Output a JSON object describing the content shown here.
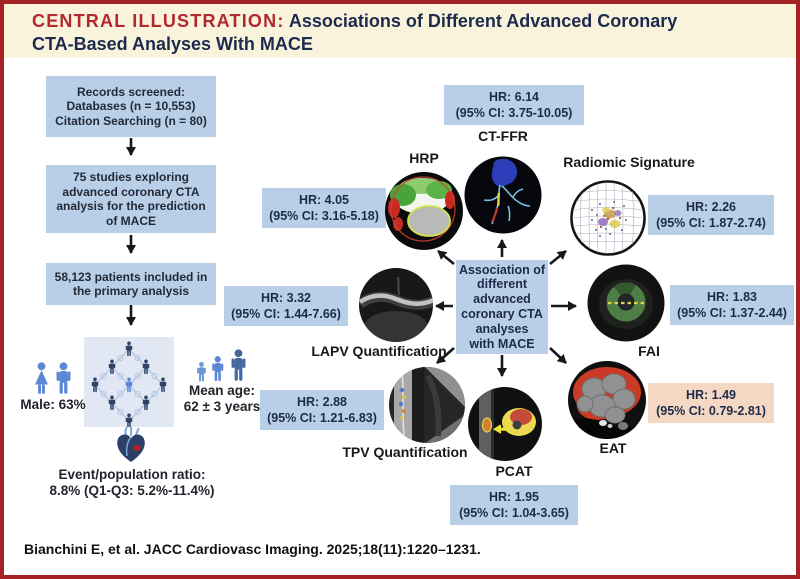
{
  "title": {
    "label": "CENTRAL ILLUSTRATION:",
    "line1": "Associations of Different Advanced Coronary",
    "line2": "CTA-Based Analyses With MACE"
  },
  "flowchart": {
    "box1": {
      "lines": [
        "Records screened:",
        "Databases (n = 10,553)",
        "Citation Searching (n = 80)"
      ]
    },
    "box2": {
      "lines": [
        "75 studies exploring",
        "advanced coronary CTA",
        "analysis for the prediction",
        "of MACE"
      ]
    },
    "box3": {
      "lines": [
        "58,123 patients included in",
        "the primary analysis"
      ]
    }
  },
  "demographics": {
    "male_label": "Male: 63%",
    "age_lines": [
      "Mean age:",
      "62 ± 3 years"
    ],
    "event_lines": [
      "Event/population ratio:",
      "8.8% (Q1-Q3: 5.2%-11.4%)"
    ]
  },
  "hub": {
    "lines": [
      "Association of",
      "different",
      "advanced",
      "coronary CTA",
      "analyses",
      "with MACE"
    ]
  },
  "spokes": [
    {
      "id": "ct-ffr",
      "label": "CT-FFR",
      "hr": "HR: 6.14",
      "ci": "(95% CI: 3.75-10.05)"
    },
    {
      "id": "hrp",
      "label": "HRP",
      "hr": "HR: 4.05",
      "ci": "(95% CI: 3.16-5.18)"
    },
    {
      "id": "radiomic-signature",
      "label": "Radiomic Signature",
      "hr": "HR: 2.26",
      "ci": "(95% CI: 1.87-2.74)"
    },
    {
      "id": "fai",
      "label": "FAI",
      "hr": "HR: 1.83",
      "ci": "(95% CI: 1.37-2.44)"
    },
    {
      "id": "eat",
      "label": "EAT",
      "hr": "HR: 1.49",
      "ci": "(95% CI: 0.79-2.81)",
      "highlighted": true
    },
    {
      "id": "pcat",
      "label": "PCAT",
      "hr": "HR: 1.95",
      "ci": "(95% CI: 1.04-3.65)"
    },
    {
      "id": "tpv-quantification",
      "label": "TPV Quantification",
      "hr": "HR: 2.88",
      "ci": "(95% CI: 1.21-6.83)"
    },
    {
      "id": "lapv-quantification",
      "label": "LAPV Quantification",
      "hr": "HR: 3.32",
      "ci": "(95% CI: 1.44-7.66)"
    }
  ],
  "citation": "Bianchini E, et al. JACC Cardiovasc Imaging. 2025;18(11):1220–1231.",
  "colors": {
    "border_red": "#a52227",
    "title_red": "#b2282e",
    "navy": "#1c2b4e",
    "box_blue": "#b9cfe8",
    "box_peach": "#f5d8c3",
    "band_cream": "#faf3dc",
    "population_square": "#e2e8f3",
    "icon_blue": "#5b87d5",
    "icon_dark_blue": "#2e4366"
  }
}
